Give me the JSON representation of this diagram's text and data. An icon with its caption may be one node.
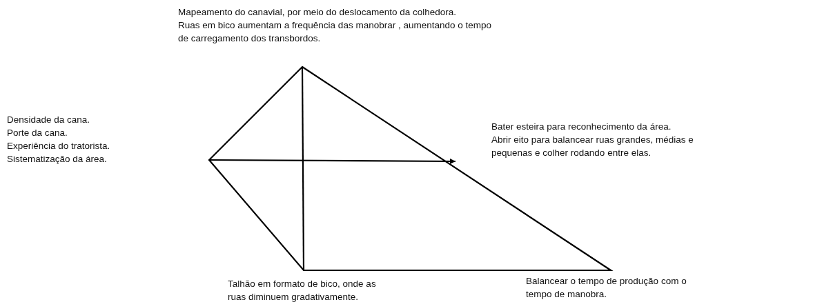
{
  "diagram": {
    "labels": [
      "Mapeamento do canavial, por meio do deslocamento da colhedora.",
      "Ruas em bico aumentam a frequência das manobrar , aumentando o tempo de carregamento dos transbordos.",
      "Densidade da cana.",
      "Porte da cana.",
      "Experiência do tratorista.",
      "Sistematização da área.",
      "Bater esteira para reconhecimento da área.",
      "Abrir eito para balancear ruas grandes, médias e pequenas e colher rodando entre elas.",
      "Talhão em formato de bico, onde as ruas diminuem gradativamente.",
      "Balancear o tempo de produção com o tempo de manobra."
    ]
  }
}
